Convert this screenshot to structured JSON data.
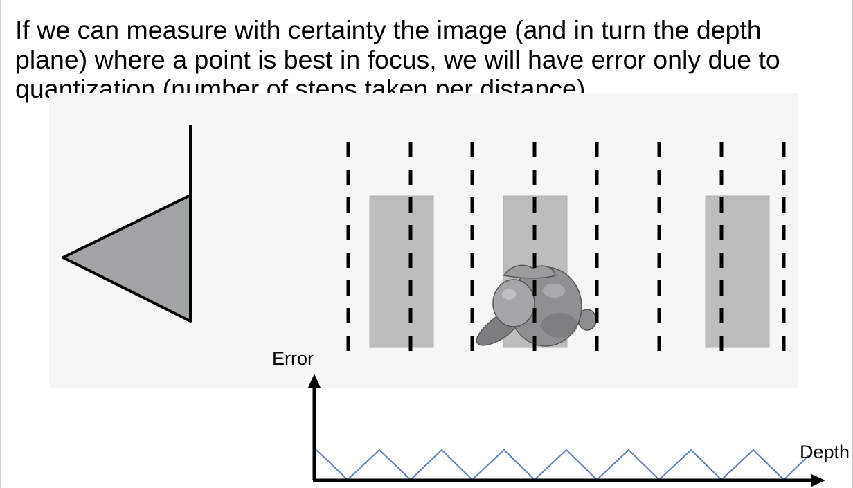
{
  "slide": {
    "caption": "If we can measure with certainty the image (and in turn the depth plane) where a point is best in focus, we will have error only due to quantization (number of steps taken per distance)"
  },
  "diagram": {
    "camera": {
      "icon": "camera-frustum-icon",
      "color": "#a2a5a6"
    },
    "focal_planes": {
      "count": 8,
      "style": "dashed",
      "color": "#000000"
    },
    "highlight_boxes": {
      "count": 3,
      "color": "#bdbdbd"
    },
    "subject": {
      "icon": "monkey-head-model-icon",
      "color": "#7d7f80"
    },
    "background_color": "#f6f6f6"
  },
  "plot": {
    "y_axis_label": "Error",
    "x_axis_label": "Depth",
    "line_color": "#5b80b2"
  }
}
